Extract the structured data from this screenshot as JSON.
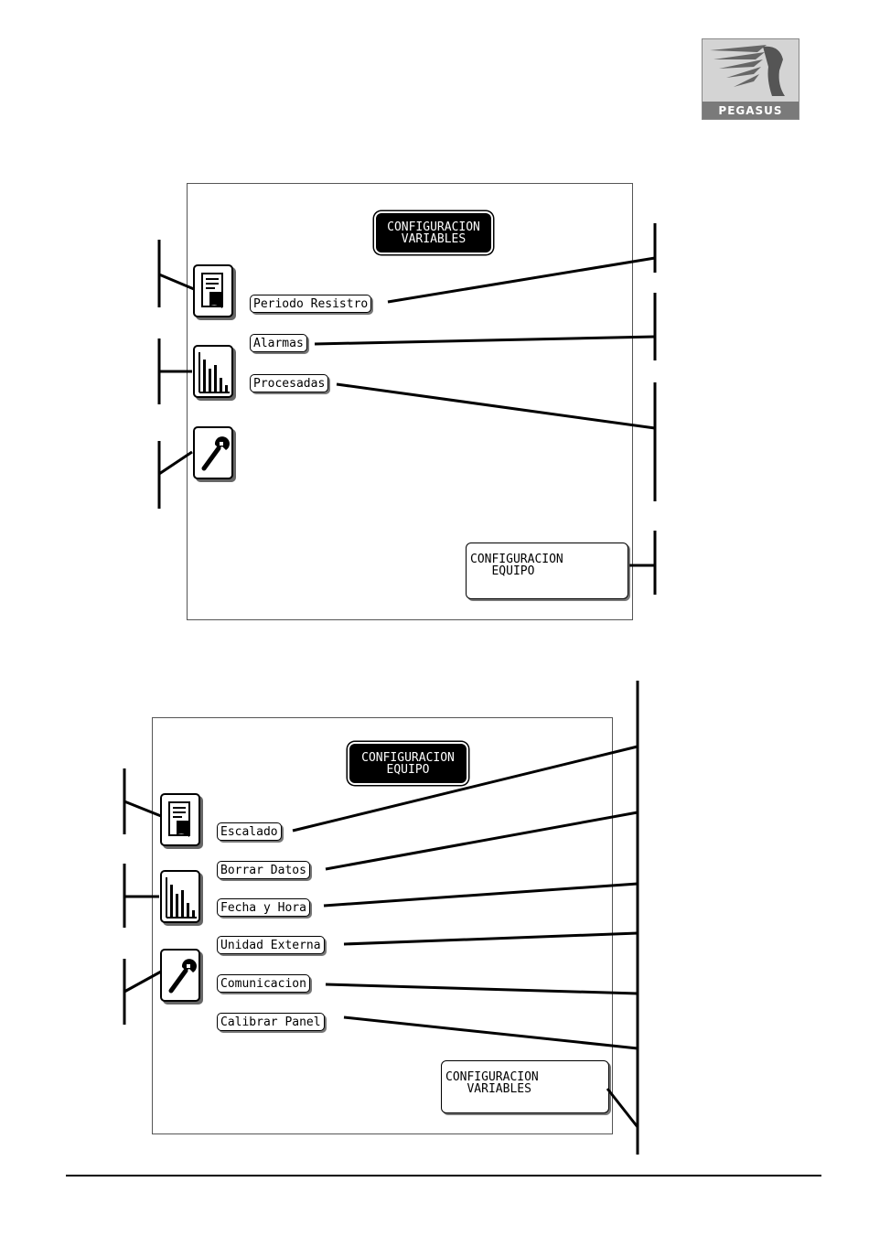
{
  "logo": {
    "label": "PEGASUS"
  },
  "panel_variables": {
    "title_line1": "CONFIGURACION",
    "title_line2": "VARIABLES",
    "menu": [
      "Periodo Resistro",
      "Alarmas",
      "Procesadas"
    ],
    "footer_button_line1": "CONFIGURACION",
    "footer_button_line2": "   EQUIPO"
  },
  "panel_equipo": {
    "title_line1": "CONFIGURACION",
    "title_line2": "EQUIPO",
    "menu": [
      "Escalado",
      "Borrar Datos",
      "Fecha y Hora",
      "Unidad Externa",
      "Comunicacion",
      "Calibrar Panel"
    ],
    "footer_button_line1": "CONFIGURACION",
    "footer_button_line2": "   VARIABLES"
  },
  "icons": [
    "document-icon",
    "bar-chart-icon",
    "wrench-icon"
  ]
}
